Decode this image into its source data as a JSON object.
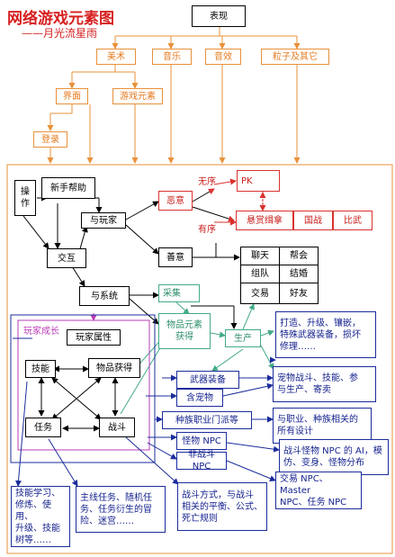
{
  "title": "网络游戏元素图",
  "subtitle": "——月光流星雨",
  "top": {
    "root": "表现",
    "art": "美术",
    "music": "音乐",
    "sfx": "音效",
    "particles": "粒子及其它",
    "ui": "界面",
    "game_elements": "游戏元素",
    "login": "登录"
  },
  "core": {
    "operation": "操\n作",
    "tutorial": "新手帮助",
    "with_player": "与玩家",
    "interaction": "交互",
    "with_system": "与系统",
    "malice": "恶意",
    "kindness": "善意"
  },
  "pk": {
    "disorder_label": "无序",
    "order_label": "有序",
    "pk": "PK",
    "bounty": "悬赏缉拿",
    "nation_war": "国战",
    "duel": "比武"
  },
  "social": {
    "chat": "聊天",
    "guild": "帮会",
    "team": "组队",
    "marriage": "结婚",
    "trade": "交易",
    "friend": "好友"
  },
  "gather": {
    "collect": "采集",
    "item_obtain": "物品元素\n获得",
    "produce": "生产"
  },
  "growth": {
    "region_label": "玩家成长",
    "attributes": "玩家属性",
    "skills": "技能",
    "item_get": "物品获得",
    "quests": "任务",
    "combat": "战斗"
  },
  "system": {
    "weapon": "武器装备",
    "pet": "含宠物",
    "race_class": "种族职业门派等",
    "monster_npc": "怪物 NPC",
    "nonbattle_npc": "非战斗 NPC"
  },
  "details": {
    "craft": "打造、升级、镶嵌，\n特殊武器装备，损坏\n修理……",
    "pet_detail": "宠物战斗、技能、参\n与生产、寄卖",
    "race_detail": "与职业、种族相关的\n所有设计",
    "monster_ai": "战斗怪物 NPC 的 AI，模\n仿、变身、怪物分布",
    "npc_types": "交易 NPC、Master\nNPC、任务 NPC",
    "skill_learn": "技能学习、\n修炼、使用、\n升级、技能\n树等……",
    "quest_detail": "主线任务、随机任\n务、任务衍生的冒\n险、迷宫……",
    "combat_detail": "战斗方式，与战斗\n相关的平衡、公式、\n死亡规则"
  }
}
